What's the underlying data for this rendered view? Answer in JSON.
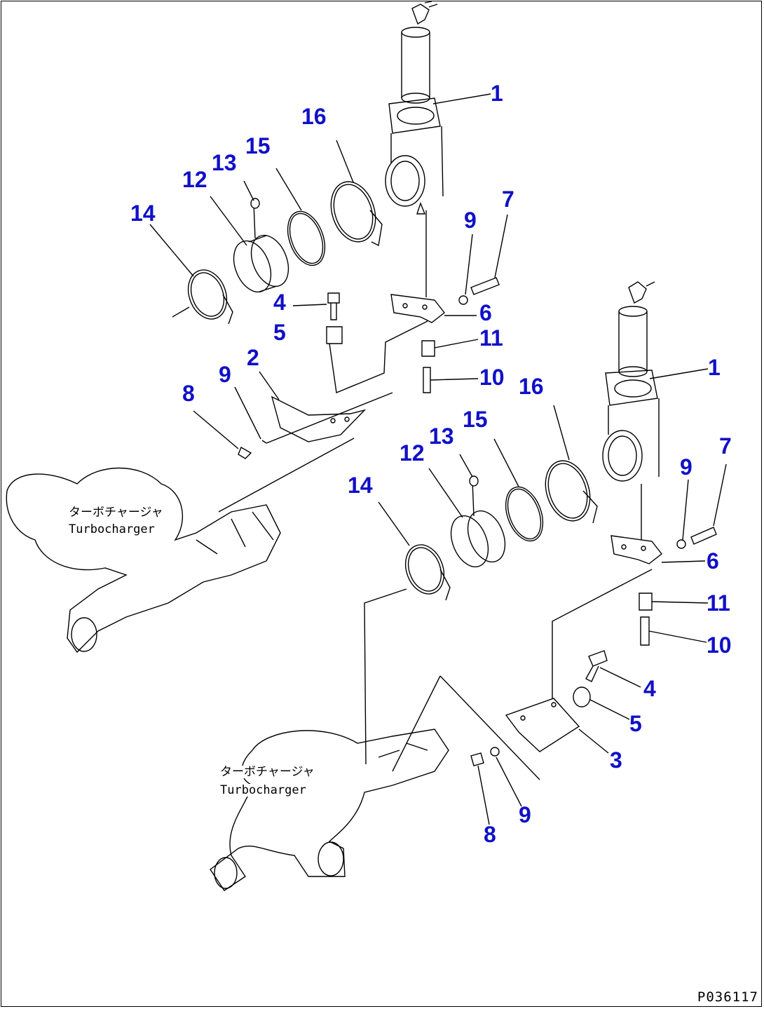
{
  "diagram": {
    "drawing_code": "P036117",
    "labels": {
      "turbo_upper_jp": "ターボチャージャ",
      "turbo_upper_en": "Turbocharger",
      "turbo_lower_jp": "ターボチャージャ",
      "turbo_lower_en": "Turbocharger"
    },
    "callouts": {
      "u1": "1",
      "u16": "16",
      "u15": "15",
      "u13": "13",
      "u12": "12",
      "u14": "14",
      "u9a": "9",
      "u7": "7",
      "u4": "4",
      "u6": "6",
      "u5": "5",
      "u11": "11",
      "u2": "2",
      "u9b": "9",
      "u10": "10",
      "u8": "8",
      "l1": "1",
      "l16": "16",
      "l15": "15",
      "l13": "13",
      "l12": "12",
      "l14": "14",
      "l9a": "9",
      "l7": "7",
      "l6": "6",
      "l11": "11",
      "l10": "10",
      "l4": "4",
      "l5": "5",
      "l3": "3",
      "l9b": "9",
      "l8": "8"
    },
    "callout_color": "#1010c8"
  }
}
